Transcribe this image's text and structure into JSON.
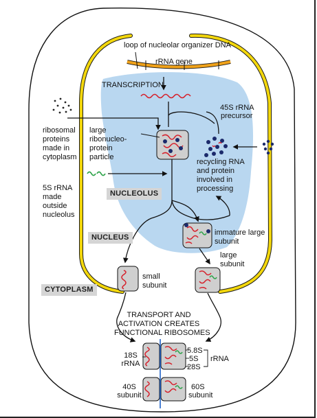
{
  "labels": {
    "loop_dna": "loop of nucleolar organizer DNA",
    "rrna_gene": "rRNA gene",
    "transcription": "TRANSCRIPTION",
    "precursor": [
      "45S rRNA",
      "precursor"
    ],
    "ribosomal_proteins": [
      "ribosomal",
      "proteins",
      "made in",
      "cytoplasm"
    ],
    "large_rnp": [
      "large",
      "ribonucleo-",
      "protein",
      "particle"
    ],
    "recycling": [
      "recycling RNA",
      "and protein",
      "involved in",
      "processing"
    ],
    "five_s": [
      "5S rRNA",
      "made",
      "outside",
      "nucleolus"
    ],
    "immature": [
      "immature large",
      "subunit"
    ],
    "large_subunit": [
      "large",
      "subunit"
    ],
    "small_subunit": [
      "small",
      "subunit"
    ],
    "transport": [
      "TRANSPORT AND",
      "ACTIVATION CREATES",
      "FUNCTIONAL RIBOSOMES"
    ],
    "s18": [
      "18S",
      "rRNA"
    ],
    "rrna_right": [
      "5.8S",
      "5S",
      "28S"
    ],
    "rrna_word": "rRNA",
    "s40": [
      "40S",
      "subunit"
    ],
    "s60": [
      "60S",
      "subunit"
    ]
  },
  "tags": {
    "nucleolus": "NUCLEOLUS",
    "nucleus": "NUCLEUS",
    "cytoplasm": "CYTOPLASM"
  },
  "colors": {
    "nucleolus_fill": "#b9d7f0",
    "envelope": "#f3d70c",
    "rrna_red": "#d6202b",
    "rrna_green": "#2fa34a",
    "protein_navy": "#1b2a6b",
    "particle_fill": "#cfcfcf",
    "divider_blue": "#1f62c6"
  }
}
